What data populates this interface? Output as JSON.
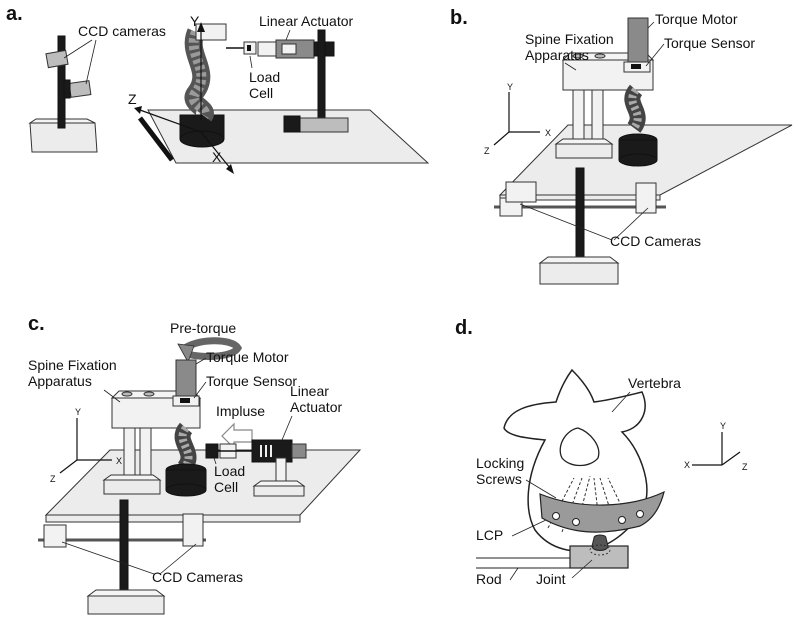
{
  "panels": {
    "a": {
      "letter": "a.",
      "labels": {
        "ccd_cameras": "CCD cameras",
        "linear_actuator": "Linear Actuator",
        "load": "Load",
        "cell": "Cell"
      },
      "axes": {
        "y": "Y",
        "z": "Z",
        "x": "X"
      }
    },
    "b": {
      "letter": "b.",
      "labels": {
        "spine_fixation": "Spine Fixation",
        "apparatus": "Apparatus",
        "torque_motor": "Torque Motor",
        "torque_sensor": "Torque Sensor",
        "ccd_cameras": "CCD Cameras"
      },
      "axes": {
        "y": "Y",
        "x": "X",
        "z": "Z"
      }
    },
    "c": {
      "letter": "c.",
      "labels": {
        "pre_torque": "Pre-torque",
        "torque_motor": "Torque Motor",
        "spine_fixation": "Spine Fixation",
        "apparatus": "Apparatus",
        "torque_sensor": "Torque Sensor",
        "impluse": "Impluse",
        "linear": "Linear",
        "actuator": "Actuator",
        "load": "Load",
        "cell": "Cell",
        "ccd_cameras": "CCD Cameras"
      },
      "axes": {
        "y": "Y",
        "x": "X",
        "z": "Z"
      }
    },
    "d": {
      "letter": "d.",
      "labels": {
        "vertebra": "Vertebra",
        "locking": "Locking",
        "screws": "Screws",
        "lcp": "LCP",
        "rod": "Rod",
        "joint": "Joint"
      },
      "axes": {
        "y": "Y",
        "x": "X",
        "z": "Z"
      }
    }
  }
}
